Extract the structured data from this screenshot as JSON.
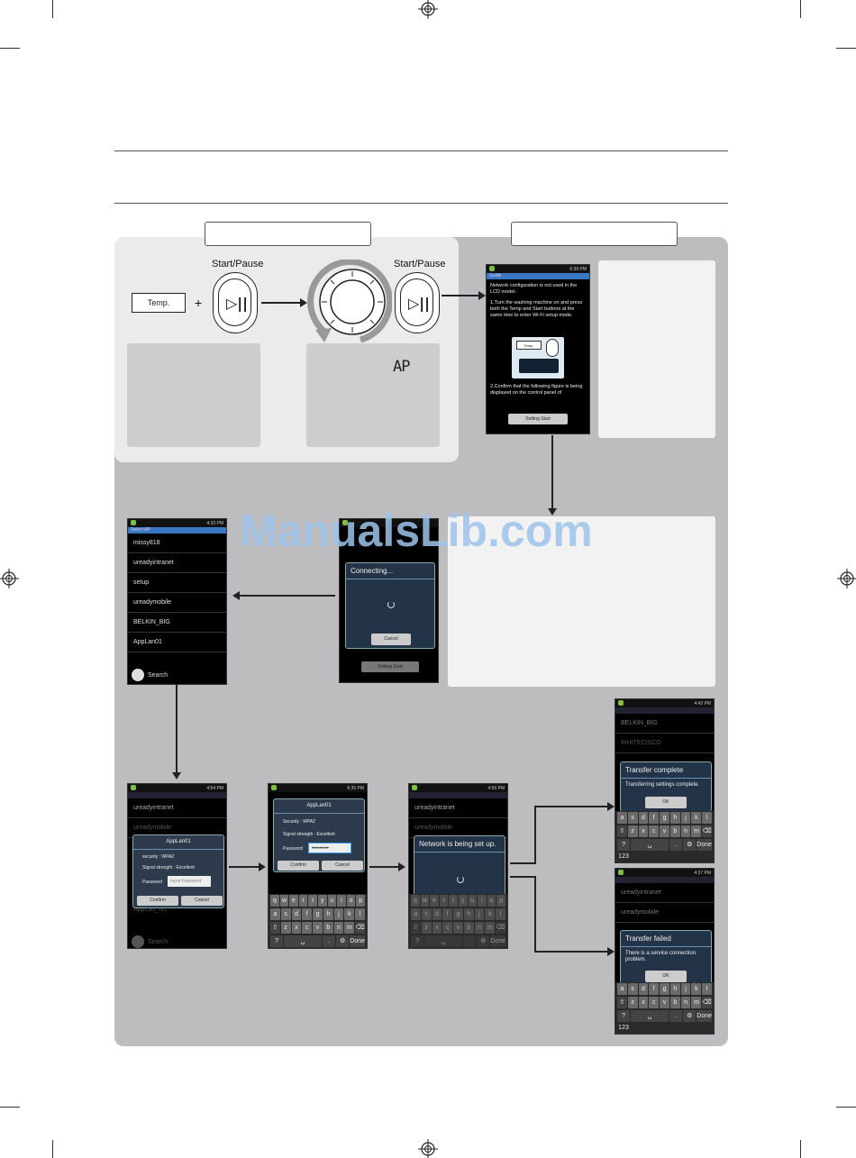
{
  "watermark": "ManualsLib.com",
  "step_panel": {
    "temp_label": "Temp.",
    "plus": "+",
    "start_pause_1": "Start/Pause",
    "start_pause_2": "Start/Pause",
    "display_text": "AP",
    "play_pause_glyph": "▷||"
  },
  "guide_phone": {
    "time": "6:39 PM",
    "title": "Guide",
    "line1": "Network configuration is not used in the LCD model.",
    "line2": "1.Turn the washing machine on and press both the Temp and Start buttons at the same time to enter Wi-Fi setup mode.",
    "mini_temp": "Temp.",
    "line3": "2.Confirm that the following figure is being displayed on the control panel of",
    "button": "Setting Start"
  },
  "connecting_phone": {
    "dialog_title": "Connecting...",
    "cancel": "Cancel",
    "button": "Setting Start"
  },
  "ap_list_phone": {
    "time": "4:33 PM",
    "title": "Select AP",
    "items": [
      "missy818",
      "ureadyintranet",
      "setup",
      "ureadymobile",
      "BELKIN_BIG",
      "AppLan01"
    ],
    "search": "Search"
  },
  "pwd_phone1": {
    "time": "4:54 PM",
    "bg_items": [
      "ureadyintranet",
      "ureadymobile",
      "AppLan_N1"
    ],
    "search": "Search",
    "dialog_title": "AppLan01",
    "security": "security : WPA2",
    "signal": "Signal strength : Excellent",
    "password_label": "Password",
    "password_placeholder": "Input Password",
    "confirm": "Confirm",
    "cancel": "Cancel"
  },
  "pwd_phone2": {
    "time": "6:35 PM",
    "dialog_title": "AppLan01",
    "security": "Security : WPA2",
    "signal": "Signal strength : Excellent",
    "password_label": "Password",
    "password_value": "•••••••••",
    "confirm": "Confirm",
    "cancel": "Cancel"
  },
  "setup_phone": {
    "time": "4:56 PM",
    "bg_items": [
      "ureadyintranet",
      "ureadymobile"
    ],
    "dialog_title": "Network is being set up."
  },
  "complete_phone": {
    "time": "4:42 PM",
    "bg_items": [
      "BELKIN_BIG",
      "WHITECISCO"
    ],
    "dialog_title": "Transfer complete",
    "dialog_text": "Transferring settings complete.",
    "ok": "OK"
  },
  "failed_phone": {
    "time": "4:37 PM",
    "bg_items": [
      "ureadyintranet",
      "ureadymobile"
    ],
    "dialog_title": "Transfer failed",
    "dialog_text": "There is a service connection problem.",
    "ok": "OK"
  },
  "keyboard": {
    "row1": [
      "q",
      "w",
      "e",
      "r",
      "t",
      "y",
      "u",
      "i",
      "o",
      "p"
    ],
    "row2": [
      "a",
      "s",
      "d",
      "f",
      "g",
      "h",
      "j",
      "k",
      "l"
    ],
    "row3": [
      "⇧",
      "z",
      "x",
      "c",
      "v",
      "b",
      "n",
      "m",
      "⌫"
    ],
    "row4": [
      "?123",
      "␣",
      ".",
      "⚙",
      "Done"
    ]
  }
}
